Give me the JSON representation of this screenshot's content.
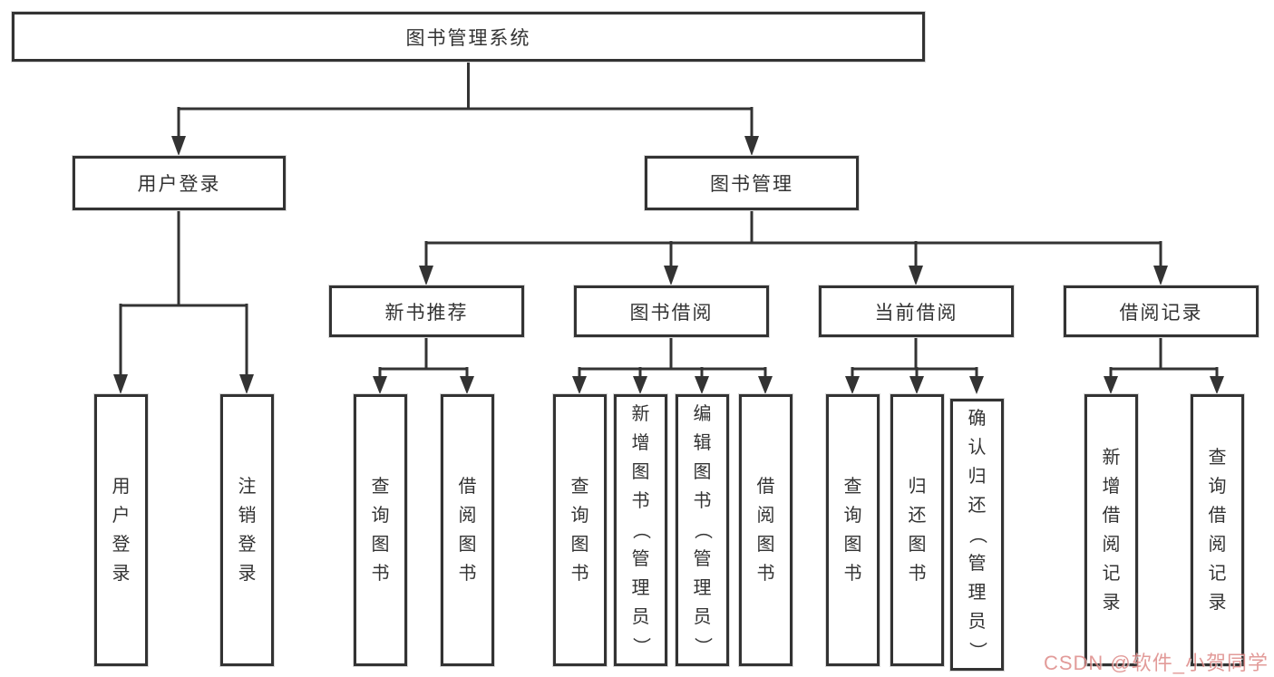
{
  "page": {
    "background": "#ffffff",
    "line_color": "#333333",
    "box_border_color": "#333333",
    "text_color": "#333333"
  },
  "watermark": {
    "text": "CSDN @软件_小贺同学",
    "color": "#dd8a88"
  },
  "tree": {
    "root": {
      "label": "图书管理系统"
    },
    "children": [
      {
        "label": "用户登录",
        "children": [
          {
            "label": "用户登录"
          },
          {
            "label": "注销登录"
          }
        ]
      },
      {
        "label": "图书管理",
        "children": [
          {
            "label": "新书推荐",
            "children": [
              {
                "label": "查询图书"
              },
              {
                "label": "借阅图书"
              }
            ]
          },
          {
            "label": "图书借阅",
            "children": [
              {
                "label": "查询图书"
              },
              {
                "label": "新增图书（管理员）"
              },
              {
                "label": "编辑图书（管理员）"
              },
              {
                "label": "借阅图书"
              }
            ]
          },
          {
            "label": "当前借阅",
            "children": [
              {
                "label": "查询图书"
              },
              {
                "label": "归还图书"
              },
              {
                "label": "确认归还（管理员）"
              }
            ]
          },
          {
            "label": "借阅记录",
            "children": [
              {
                "label": "新增借阅记录"
              },
              {
                "label": "查询借阅记录"
              }
            ]
          }
        ]
      }
    ]
  }
}
